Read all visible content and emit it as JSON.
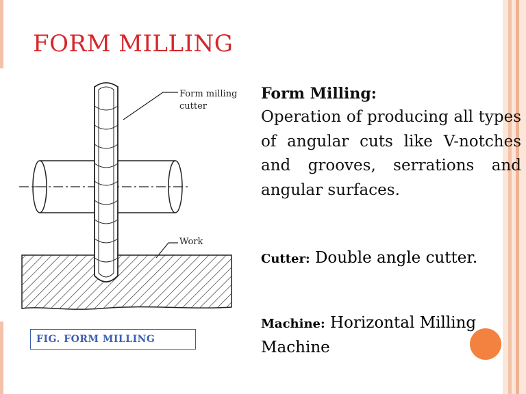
{
  "slide": {
    "title": "FORM MILLING",
    "figure": {
      "label_cutter_line1": "Form milling",
      "label_cutter_line2": "cutter",
      "label_work": "Work",
      "caption": "FIG. FORM MILLING"
    },
    "definition": {
      "heading": "Form Milling:",
      "text": "Operation of producing all types of angular cuts like V-notches and grooves, serrations and angular surfaces."
    },
    "cutter": {
      "label": "Cutter:",
      "value": "Double angle cutter."
    },
    "machine": {
      "label": "Machine:",
      "value": "Horizontal Milling Machine"
    }
  },
  "colors": {
    "title": "#d6262a",
    "caption": "#3b5fb0",
    "accent_dot": "#f3813f",
    "stripe_light": "#f6d3c0",
    "stripe_mid": "#f0b292"
  }
}
